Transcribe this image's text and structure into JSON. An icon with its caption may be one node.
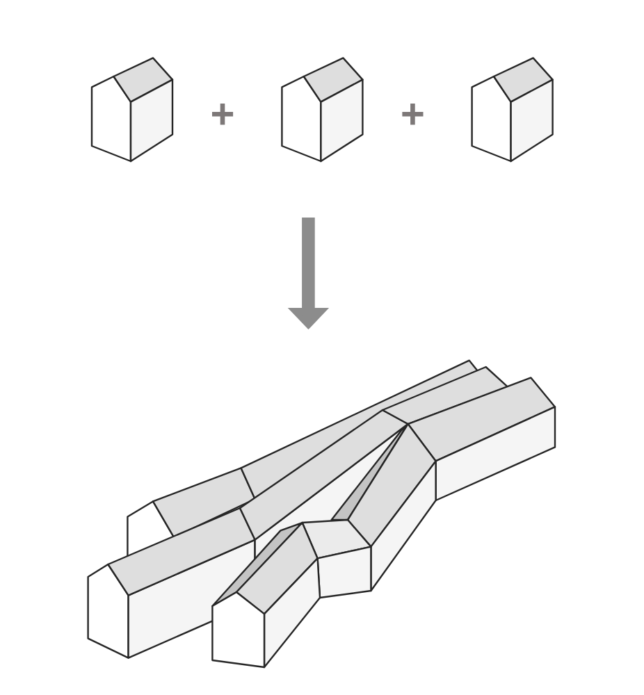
{
  "diagram": {
    "nodes": [
      {
        "text": [],
        "shape": "house"
      },
      {
        "text": [],
        "shape": "house"
      },
      {
        "text": [],
        "shape": "house"
      },
      {
        "text": [],
        "shape": "picture"
      }
    ],
    "edges": [
      {
        "from": 1,
        "to": 3,
        "arrow": "to"
      }
    ],
    "labels": [
      "+",
      "+"
    ]
  }
}
